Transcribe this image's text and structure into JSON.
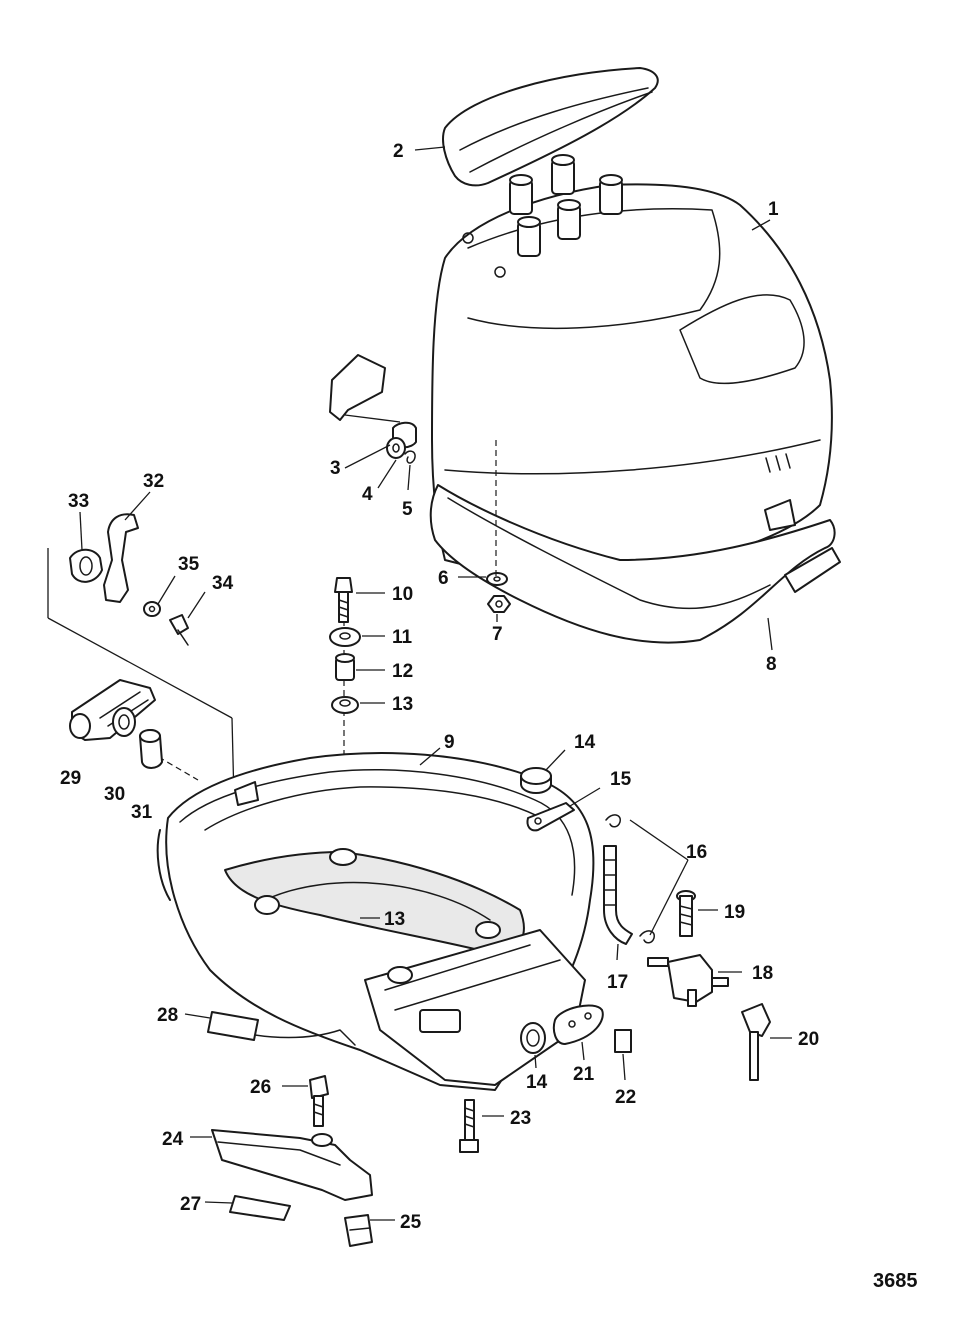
{
  "diagram": {
    "reference_number": "3685",
    "callouts": {
      "c1": "1",
      "c2": "2",
      "c3": "3",
      "c4": "4",
      "c5": "5",
      "c6": "6",
      "c7": "7",
      "c8": "8",
      "c9": "9",
      "c10": "10",
      "c11": "11",
      "c12": "12",
      "c13a": "13",
      "c13b": "13",
      "c14a": "14",
      "c14b": "14",
      "c15": "15",
      "c16": "16",
      "c17": "17",
      "c18": "18",
      "c19": "19",
      "c20": "20",
      "c21": "21",
      "c22": "22",
      "c23": "23",
      "c24": "24",
      "c25": "25",
      "c26": "26",
      "c27": "27",
      "c28": "28",
      "c29": "29",
      "c30": "30",
      "c31": "31",
      "c32": "32",
      "c33": "33",
      "c34": "34",
      "c35": "35"
    }
  }
}
